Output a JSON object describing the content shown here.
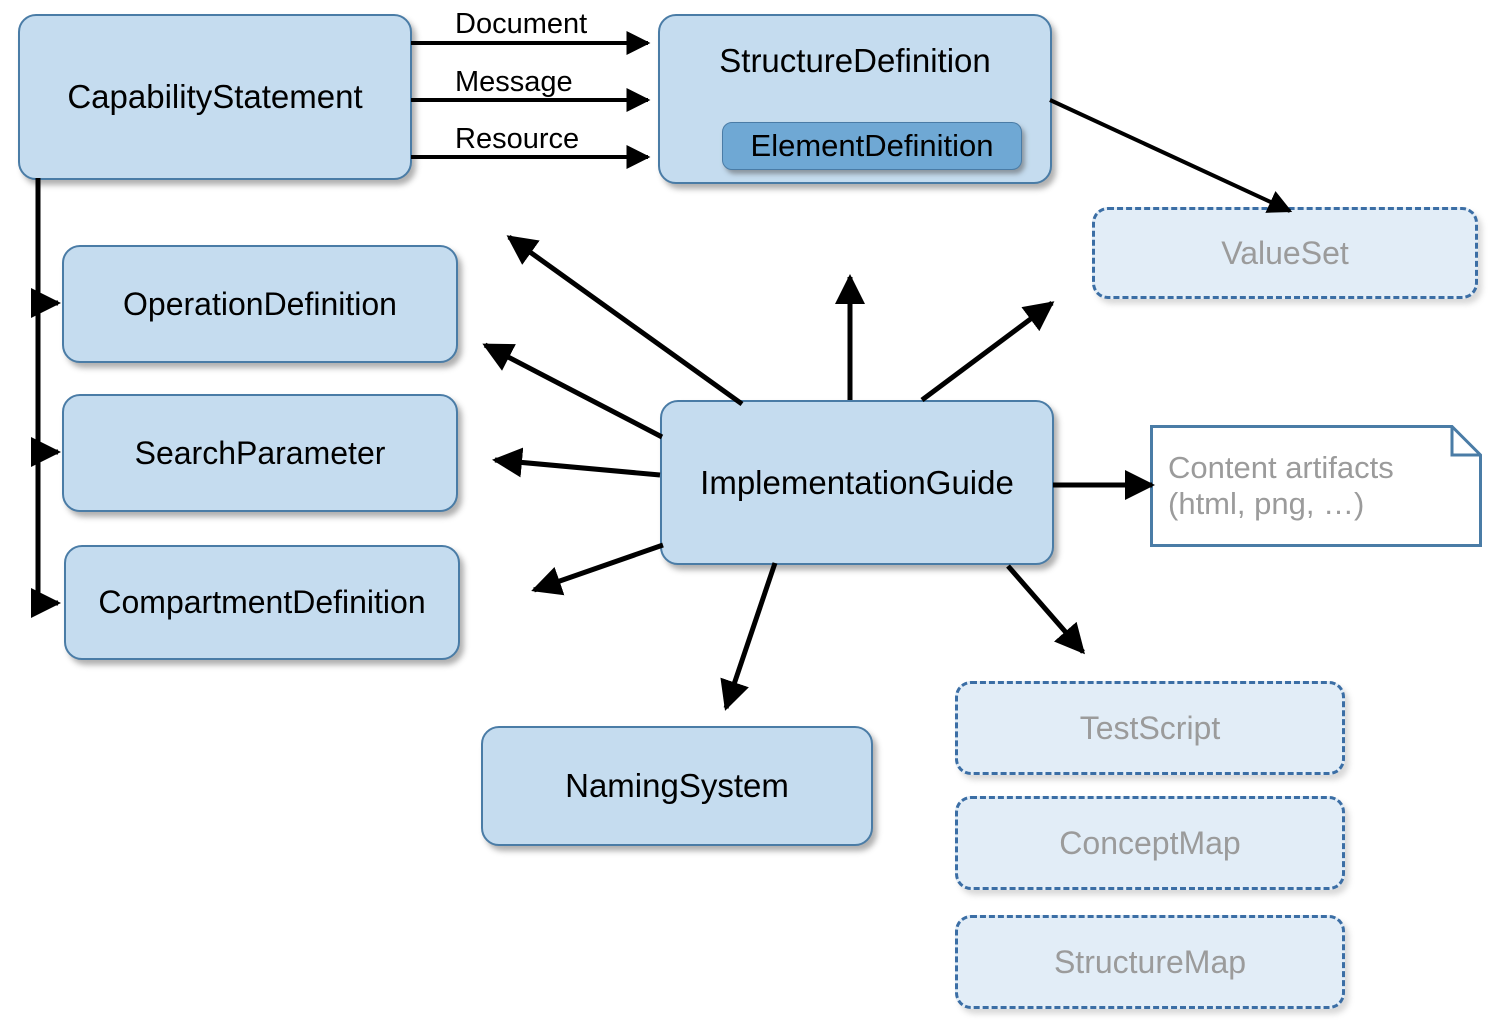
{
  "diagram": {
    "title": "FHIR Conformance and Implementation Guide resource relationships",
    "colors": {
      "solid_fill": "#c5dcef",
      "solid_border": "#4a7ca6",
      "ghost_fill": "#e2edf7",
      "ghost_border": "#3b6ea5",
      "ghost_text": "#9b9b9b",
      "inner_fill": "#6fa8d4",
      "note_border": "#4a7ca6",
      "arrow": "#000000",
      "background": "#ffffff"
    },
    "nodes": [
      {
        "id": "capability-statement",
        "label": "CapabilityStatement",
        "style": "solid"
      },
      {
        "id": "structure-definition",
        "label": "StructureDefinition",
        "style": "solid"
      },
      {
        "id": "element-definition",
        "label": "ElementDefinition",
        "style": "inner"
      },
      {
        "id": "value-set",
        "label": "ValueSet",
        "style": "ghost"
      },
      {
        "id": "operation-definition",
        "label": "OperationDefinition",
        "style": "solid"
      },
      {
        "id": "search-parameter",
        "label": "SearchParameter",
        "style": "solid"
      },
      {
        "id": "compartment-definition",
        "label": "CompartmentDefinition",
        "style": "solid"
      },
      {
        "id": "implementation-guide",
        "label": "ImplementationGuide",
        "style": "solid"
      },
      {
        "id": "content-artifacts",
        "label": "Content artifacts\n(html, png, …)",
        "label_line1": "Content artifacts",
        "label_line2": "(html, png, …)",
        "style": "note"
      },
      {
        "id": "naming-system",
        "label": "NamingSystem",
        "style": "solid"
      },
      {
        "id": "test-script",
        "label": "TestScript",
        "style": "ghost"
      },
      {
        "id": "concept-map",
        "label": "ConceptMap",
        "style": "ghost"
      },
      {
        "id": "structure-map",
        "label": "StructureMap",
        "style": "ghost"
      }
    ],
    "edge_labels": [
      {
        "id": "document-label",
        "text": "Document"
      },
      {
        "id": "message-label",
        "text": "Message"
      },
      {
        "id": "resource-label",
        "text": "Resource"
      }
    ],
    "edges": [
      {
        "from": "capability-statement",
        "to": "structure-definition",
        "label": "Document"
      },
      {
        "from": "capability-statement",
        "to": "structure-definition",
        "label": "Message"
      },
      {
        "from": "capability-statement",
        "to": "structure-definition",
        "label": "Resource"
      },
      {
        "from": "capability-statement",
        "to": "operation-definition",
        "label": ""
      },
      {
        "from": "capability-statement",
        "to": "search-parameter",
        "label": ""
      },
      {
        "from": "capability-statement",
        "to": "compartment-definition",
        "label": ""
      },
      {
        "from": "structure-definition",
        "to": "value-set",
        "label": ""
      },
      {
        "from": "implementation-guide",
        "to": "structure-definition",
        "label": ""
      },
      {
        "from": "implementation-guide",
        "to": "operation-definition",
        "label": ""
      },
      {
        "from": "implementation-guide",
        "to": "search-parameter",
        "label": ""
      },
      {
        "from": "implementation-guide",
        "to": "compartment-definition",
        "label": ""
      },
      {
        "from": "implementation-guide",
        "to": "value-set",
        "label": ""
      },
      {
        "from": "implementation-guide",
        "to": "content-artifacts",
        "label": ""
      },
      {
        "from": "implementation-guide",
        "to": "naming-system",
        "label": ""
      },
      {
        "from": "implementation-guide",
        "to": "test-script",
        "label": ""
      }
    ]
  }
}
